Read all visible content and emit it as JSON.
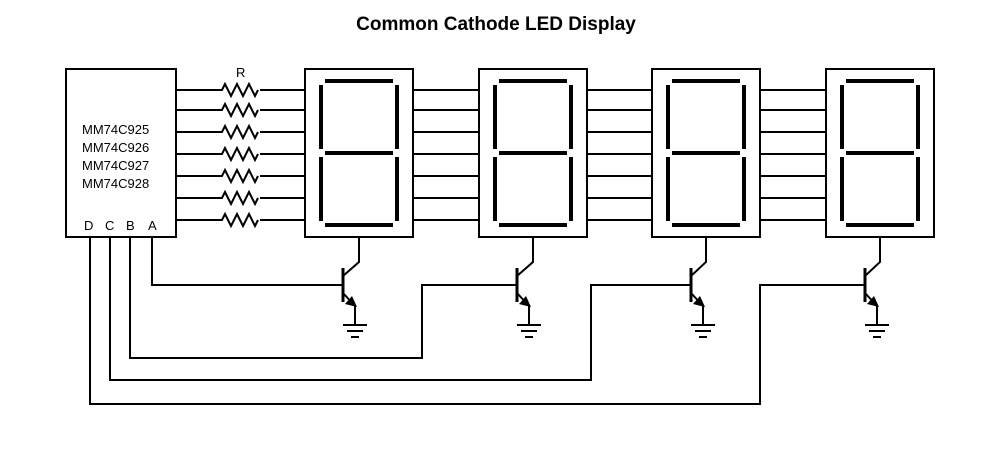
{
  "title": "Common Cathode LED Display",
  "ic": {
    "parts": [
      "MM74C925",
      "MM74C926",
      "MM74C927",
      "MM74C928"
    ],
    "pins": [
      "D",
      "C",
      "B",
      "A"
    ]
  },
  "resistor_label": "R",
  "digits": [
    {
      "name": "digit-1"
    },
    {
      "name": "digit-2"
    },
    {
      "name": "digit-3"
    },
    {
      "name": "digit-4"
    }
  ],
  "colors": {
    "line": "#000000",
    "background": "#ffffff"
  }
}
